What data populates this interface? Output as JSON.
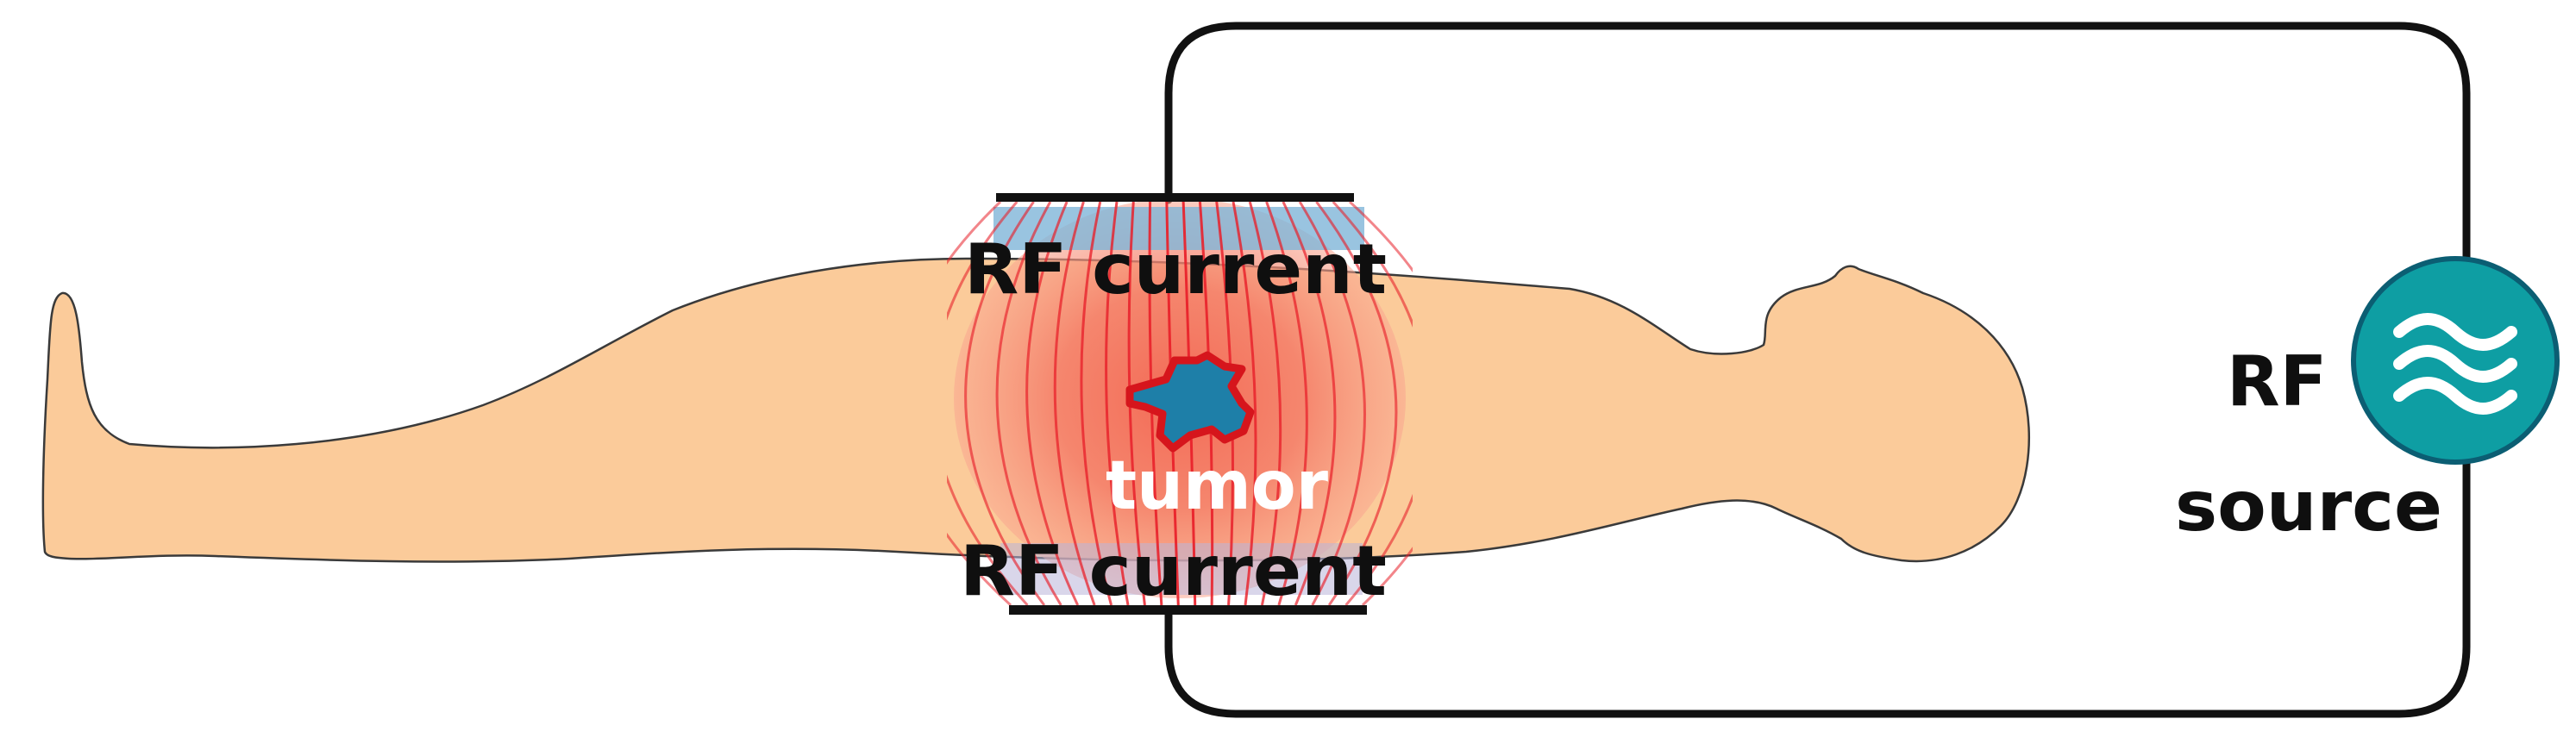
{
  "diagram": {
    "labels": {
      "rf_current_top": "RF current",
      "rf_current_bottom": "RF current",
      "tumor": "tumor",
      "rf": "RF",
      "source": "source"
    },
    "icons": {
      "rf_source": "wave-icon"
    },
    "colors": {
      "skin": "#FBCB9A",
      "skin_outline": "#3a3a3a",
      "field_red": "#E8202A",
      "field_glow": "#F36A5A",
      "tumor_fill": "#1E7FA8",
      "tumor_outline": "#D6151C",
      "electrode": "#111111",
      "electrode_pad": "#7FB5D8",
      "source_fill": "#0E9EA3",
      "source_ring": "#0B5E73",
      "wire": "#111111",
      "text": "#0f0f0f",
      "tumor_text": "#ffffff"
    }
  }
}
